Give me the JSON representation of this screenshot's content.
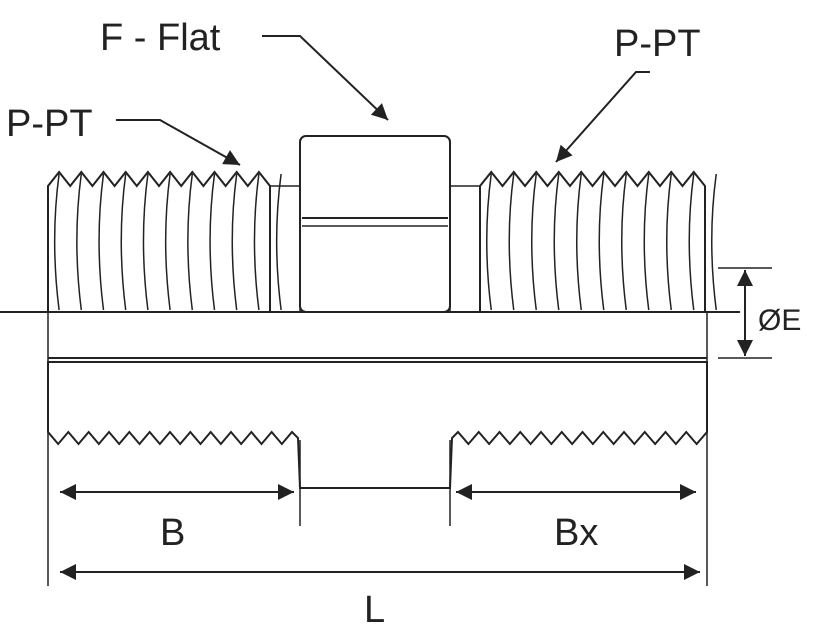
{
  "labels": {
    "flat": "F - Flat",
    "port_left": "P-PT",
    "port_right": "P-PT",
    "diameter": "ØE",
    "length_left": "B",
    "length_right": "Bx",
    "length_total": "L"
  },
  "colors": {
    "line": "#222222",
    "body_fill": "#e4e4e4",
    "hex_fill": "#d6d6d6"
  }
}
